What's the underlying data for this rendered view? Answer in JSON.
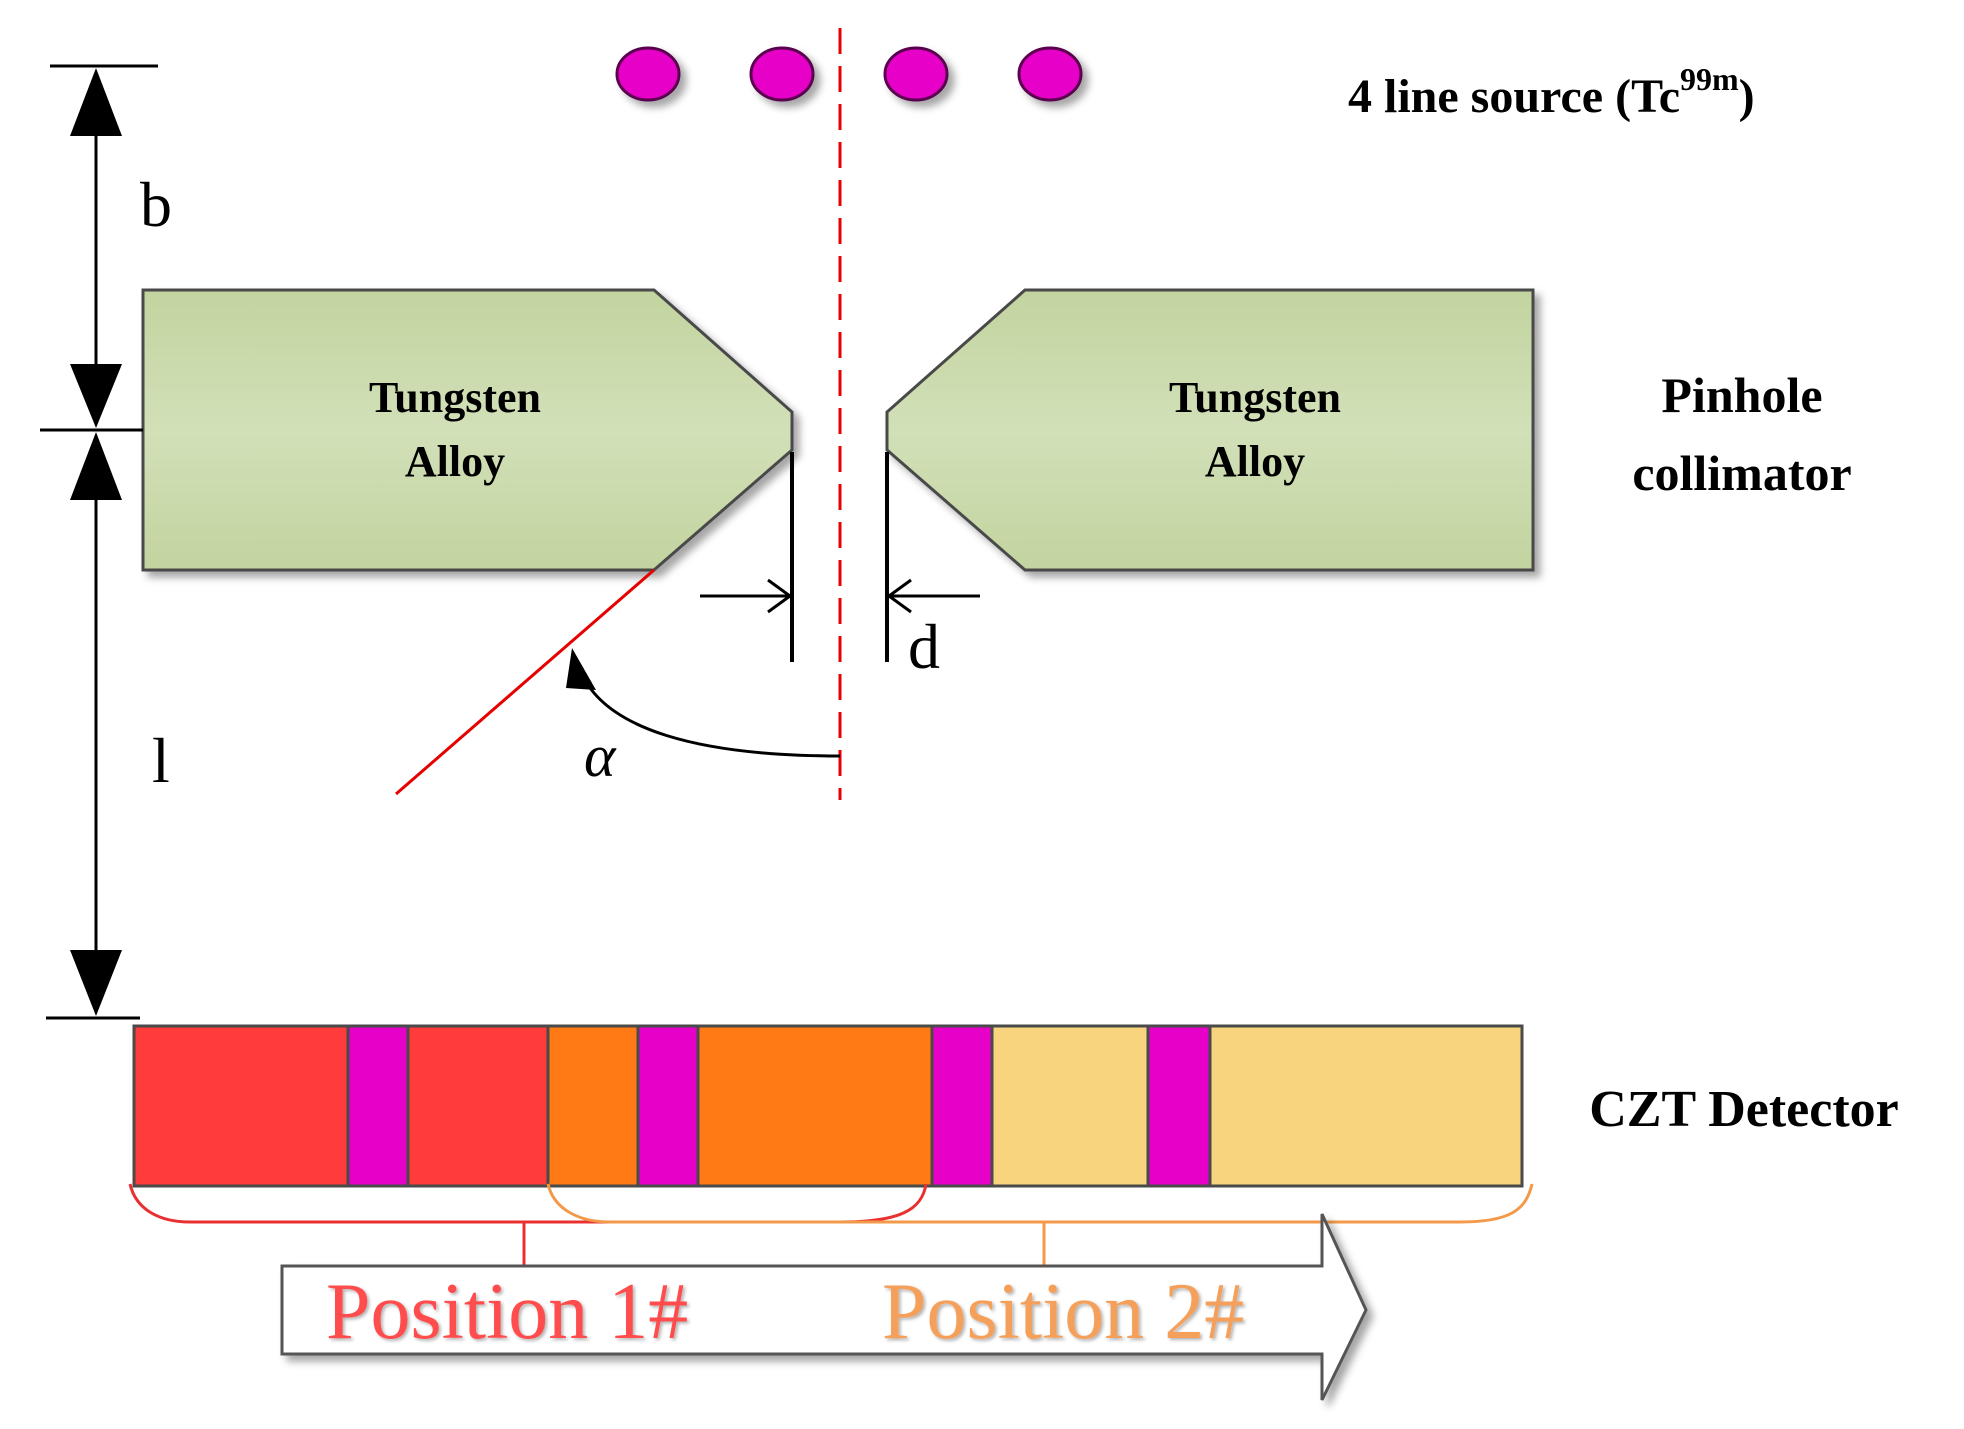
{
  "labels": {
    "source_main": "4 line source (Tc",
    "source_sup": "99m",
    "source_close": ")",
    "dim_b": "b",
    "dim_l": "l",
    "dim_d": "d",
    "angle": "α",
    "collimator_line1": "Pinhole",
    "collimator_line2": "collimator",
    "tungsten_left_line1": "Tungsten",
    "tungsten_left_line2": "Alloy",
    "tungsten_right_line1": "Tungsten",
    "tungsten_right_line2": "Alloy",
    "detector": "CZT Detector",
    "position1": "Position 1#",
    "position2": "Position 2#"
  },
  "colors": {
    "tungsten_fill": "#c8d9a8",
    "tungsten_stroke": "#4a4a4a",
    "source_dot": "#e600c8",
    "centerline": "#e60000",
    "ray": "#e60000",
    "detector_position1": "#ff3b3b",
    "detector_position2": "#ff7a14",
    "detector_position3": "#f8d47f",
    "detector_gap": "#e600c8",
    "bracket_position1": "#e83030",
    "bracket_position2": "#f39a4a",
    "text_position1": "#ff4d4d",
    "text_position2": "#f4a05a"
  },
  "source_count": 4
}
